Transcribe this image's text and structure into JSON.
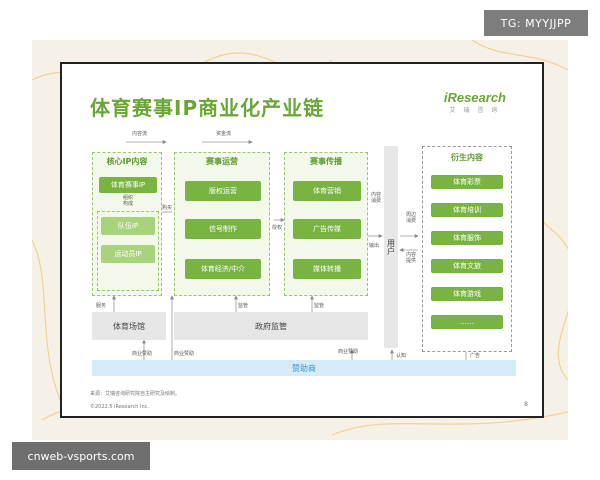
{
  "watermarks": {
    "top": "TG: MYYJJPP",
    "bottom": "cnweb-vsports.com"
  },
  "slide": {
    "title": "体育赛事IP商业化产业链",
    "logo_brand": "iResearch",
    "logo_sub": "艾 瑞 咨 询",
    "footer_source": "来源：艾瑞咨询研究院自主研究及绘制。",
    "footer_copyright": "©2022.5 iResearch Inc.",
    "page_number": "8"
  },
  "top_flows": {
    "content_flow": "内容流",
    "capital_flow": "资金流"
  },
  "core_ip": {
    "title": "核心IP内容",
    "event_ip": "体育赛事IP",
    "team_ip": "队伍IP",
    "athlete_ip": "运动员IP",
    "compose_label": "组织 构成"
  },
  "operation": {
    "title": "赛事运营",
    "items": [
      "版权运营",
      "信号制作",
      "体育经济/中介"
    ]
  },
  "media": {
    "title": "赛事传播",
    "items": [
      "体育营销",
      "广告传媒",
      "媒体转播"
    ]
  },
  "user": {
    "label": "用户"
  },
  "derivative": {
    "title": "衍生内容",
    "items": [
      "体育彩票",
      "体育培训",
      "体育服饰",
      "体育文旅",
      "体育游戏",
      "……"
    ]
  },
  "bottom": {
    "venue": "体育场馆",
    "gov": "政府监管",
    "sponsor": "赞助商"
  },
  "flow_labels": {
    "buy": "购买",
    "license": "授权",
    "service": "服务",
    "supervise1": "监管",
    "supervise2": "监管",
    "biz_sponsor1": "商业赞助",
    "biz_sponsor2": "商业赞助",
    "biz_sponsor3": "商业赞助",
    "content_consume": "内容 消费",
    "output": "输出",
    "periph_consume": "周边 消费",
    "content_supply": "内容 提供",
    "recognize": "认知",
    "ad": "广告"
  }
}
